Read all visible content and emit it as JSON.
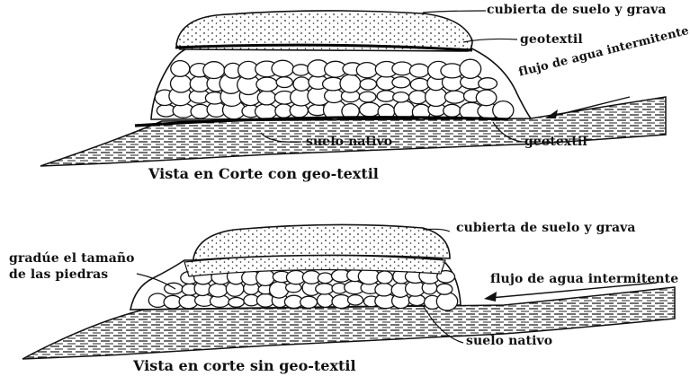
{
  "panel_top": {
    "caption": "Vista en Corte con geo-textil",
    "labels": {
      "cover": "cubierta de suelo y grava",
      "geotextile_top": "geotextil",
      "flow": "flujo de agua intermitente",
      "native_soil": "suelo nativo",
      "geotextile_bottom": "geotextil"
    }
  },
  "panel_bottom": {
    "caption": "Vista en corte sin geo-textil",
    "labels": {
      "cover": "cubierta de suelo y grava",
      "grade_line1": "gradúe el tamaño",
      "grade_line2": "de las piedras",
      "flow": "flujo de agua intermitente",
      "native_soil": "suelo nativo"
    }
  }
}
